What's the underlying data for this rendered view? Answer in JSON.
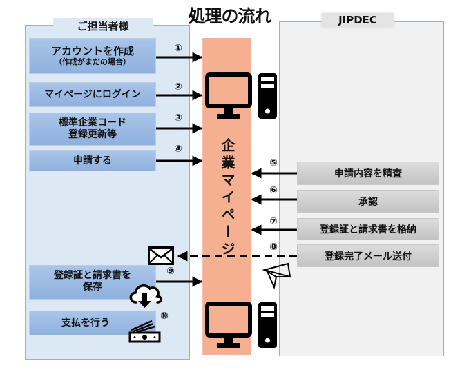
{
  "title": "処理の流れ",
  "customer_panel": {
    "label": "ご担当者様",
    "steps": [
      {
        "number": "①",
        "label": "アカウントを作成",
        "sub": "（作成がまだの場合）"
      },
      {
        "number": "②",
        "label": "マイページにログイン"
      },
      {
        "number": "③",
        "label": "標準企業コード",
        "label2": "登録更新等"
      },
      {
        "number": "④",
        "label": "申請する"
      },
      {
        "number": "⑨",
        "label": "登録証と請求書を",
        "label2": "保存"
      },
      {
        "number": "⑩",
        "label": "支払を行う"
      }
    ]
  },
  "mypage_bar": {
    "label": "企業マイページ"
  },
  "jipdec_panel": {
    "label": "JIPDEC",
    "steps": [
      {
        "number": "⑤",
        "label": "申請内容を精査"
      },
      {
        "number": "⑥",
        "label": "承認"
      },
      {
        "number": "⑦",
        "label": "登録証と請求書を格納"
      },
      {
        "number": "⑧",
        "label": "登録完了メール送付"
      }
    ]
  },
  "icons": {
    "computer": "desktop-computer-icon",
    "mail": "envelope-icon",
    "plane": "paper-plane-icon",
    "cloud": "cloud-download-icon",
    "money": "money-bill-icon"
  },
  "colors": {
    "customer_panel_bg": "#dde8f5",
    "customer_box": "#9bbbe3",
    "jipdec_panel_bg": "#f1f1f2",
    "jipdec_box": "#cfcfcf",
    "mypage_bar": "#f5b092"
  }
}
